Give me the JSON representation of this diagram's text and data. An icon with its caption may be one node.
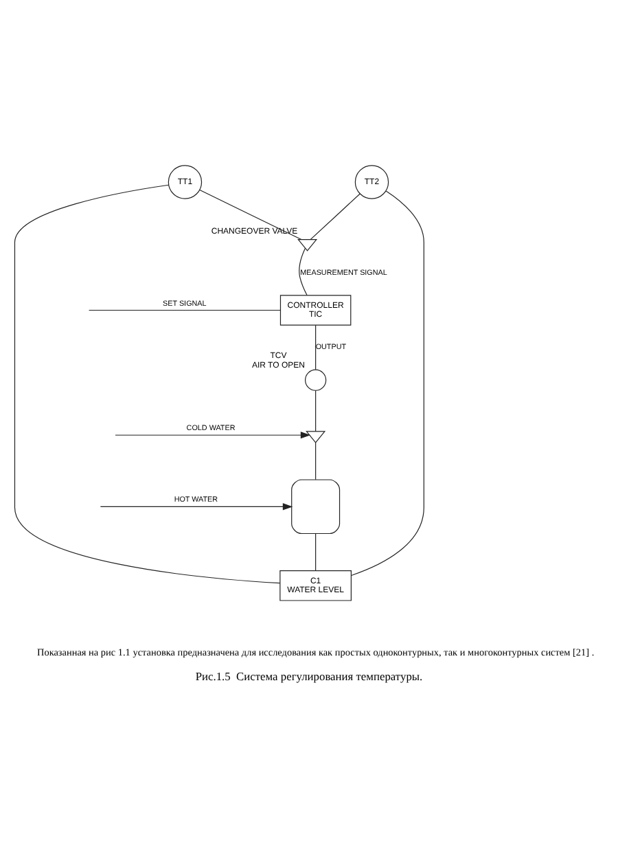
{
  "diagram": {
    "caption": "Рис.1.5  Система регулирования температуры.",
    "nodes": [
      {
        "text": [
          "CONTROLLER",
          "TIC"
        ]
      },
      {
        "text": [],
        "shape": "valve",
        "beside": [
          "CHANGEOVER VALVE"
        ]
      },
      {
        "text": [
          "TT1"
        ]
      },
      {
        "text": [
          "TT2"
        ]
      },
      {
        "text": [],
        "shape": "circle",
        "beside": [
          "TCV",
          "AIR TO OPEN"
        ]
      },
      {
        "text": [],
        "shape": "valve"
      },
      {
        "text": [
          "C1",
          "WATER LEVEL"
        ]
      },
      {
        "text": [],
        "shape": "coil"
      }
    ],
    "edges": [
      {
        "from": null,
        "to": 0,
        "arrow": "none",
        "label": "SET SIGNAL"
      },
      {
        "from": 0,
        "to": 4,
        "arrow": "none",
        "label": "OUTPUT"
      },
      {
        "from": 1,
        "to": 0,
        "arrow": "none",
        "label": "MEASUREMENT SIGNAL"
      },
      {
        "from": 2,
        "to": 1,
        "arrow": "none"
      },
      {
        "from": 3,
        "to": 1,
        "arrow": "none"
      },
      {
        "from": 4,
        "to": 5,
        "arrow": "none"
      },
      {
        "from": null,
        "to": 5,
        "arrow": "to",
        "label": "COLD WATER"
      },
      {
        "from": 5,
        "to": 7,
        "arrow": "none"
      },
      {
        "from": null,
        "to": 7,
        "arrow": "to",
        "label": "HOT WATER"
      },
      {
        "from": 7,
        "to": 6,
        "arrow": "none"
      },
      {
        "from": 2,
        "to": 6,
        "arrow": "none"
      },
      {
        "from": 3,
        "to": 6,
        "arrow": "none"
      }
    ],
    "labels": [
      "Показанная на рис 1.1 установка предназначена для исследования как простых одноконтурных, так и многоконтурных систем [21] ."
    ]
  }
}
